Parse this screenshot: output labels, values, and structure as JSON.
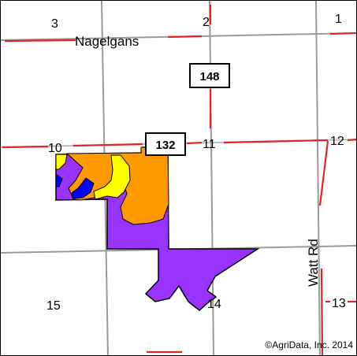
{
  "map": {
    "roads": {
      "nagelgans": "Nagelgans",
      "watt": "Watt Rd"
    },
    "route_shields": {
      "upper": "148",
      "lower": "132"
    },
    "sections": {
      "s1": "1",
      "s2": "2",
      "s3": "3",
      "s10": "10",
      "s11": "11",
      "s12": "12",
      "s13": "13",
      "s14": "14",
      "s15": "15"
    },
    "copyright": "©AgriData, Inc. 2014",
    "colors": {
      "purple": "#9933ff",
      "orange": "#ff9900",
      "yellow": "#ffff00",
      "blue": "#0000ff",
      "road_red": "#e0252a",
      "section_line": "#999999"
    }
  }
}
